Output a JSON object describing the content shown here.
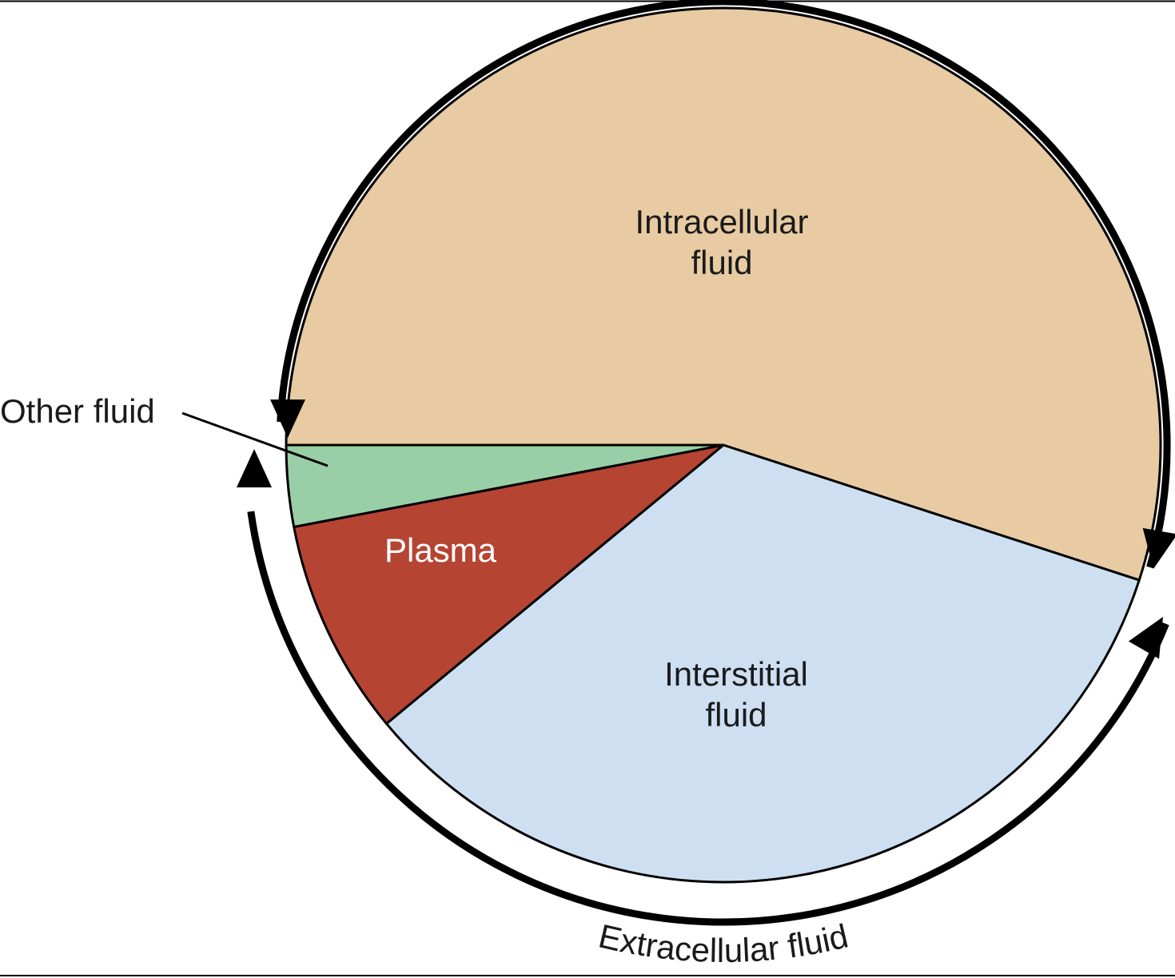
{
  "chart_data": {
    "type": "pie",
    "slices": [
      {
        "label_lines": [
          "Intracellular",
          "fluid"
        ],
        "value": 55,
        "color": "#e8cba3",
        "label_color": "#1a1a1a"
      },
      {
        "label_lines": [
          "Interstitial",
          "fluid"
        ],
        "value": 34,
        "color": "#cedff2",
        "label_color": "#1a1a1a"
      },
      {
        "label_lines": [
          "Plasma"
        ],
        "value": 8,
        "color": "#b54432",
        "label_color": "#ffffff"
      },
      {
        "label_lines": [],
        "value": 3,
        "color": "#99cfa6",
        "label_color": "#1a1a1a"
      }
    ],
    "callout_label": "Other fluid",
    "bracket_labels": {
      "extracellular": "Extracellular fluid"
    },
    "grid": false,
    "legend": "none"
  }
}
